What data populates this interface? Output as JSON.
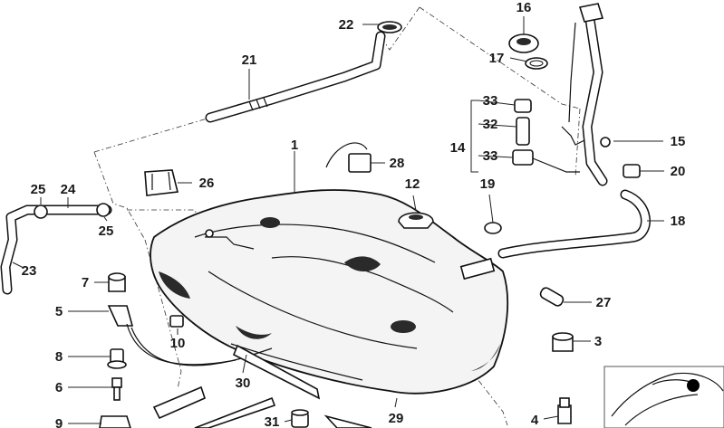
{
  "diagram": {
    "callouts": [
      {
        "id": "c1",
        "label": "1"
      },
      {
        "id": "c3",
        "label": "3"
      },
      {
        "id": "c4",
        "label": "4"
      },
      {
        "id": "c5",
        "label": "5"
      },
      {
        "id": "c6",
        "label": "6"
      },
      {
        "id": "c7",
        "label": "7"
      },
      {
        "id": "c8",
        "label": "8"
      },
      {
        "id": "c9",
        "label": "9"
      },
      {
        "id": "c10",
        "label": "10"
      },
      {
        "id": "c12",
        "label": "12"
      },
      {
        "id": "c14",
        "label": "14"
      },
      {
        "id": "c15",
        "label": "15"
      },
      {
        "id": "c16",
        "label": "16"
      },
      {
        "id": "c17",
        "label": "17"
      },
      {
        "id": "c18",
        "label": "18"
      },
      {
        "id": "c19",
        "label": "19"
      },
      {
        "id": "c20",
        "label": "20"
      },
      {
        "id": "c21",
        "label": "21"
      },
      {
        "id": "c22",
        "label": "22"
      },
      {
        "id": "c23",
        "label": "23"
      },
      {
        "id": "c24",
        "label": "24"
      },
      {
        "id": "c25a",
        "label": "25"
      },
      {
        "id": "c25b",
        "label": "25"
      },
      {
        "id": "c26",
        "label": "26"
      },
      {
        "id": "c27",
        "label": "27"
      },
      {
        "id": "c28",
        "label": "28"
      },
      {
        "id": "c29",
        "label": "29"
      },
      {
        "id": "c30",
        "label": "30"
      },
      {
        "id": "c31",
        "label": "31"
      },
      {
        "id": "c32",
        "label": "32"
      },
      {
        "id": "c33a",
        "label": "33"
      },
      {
        "id": "c33b",
        "label": "33"
      }
    ]
  }
}
